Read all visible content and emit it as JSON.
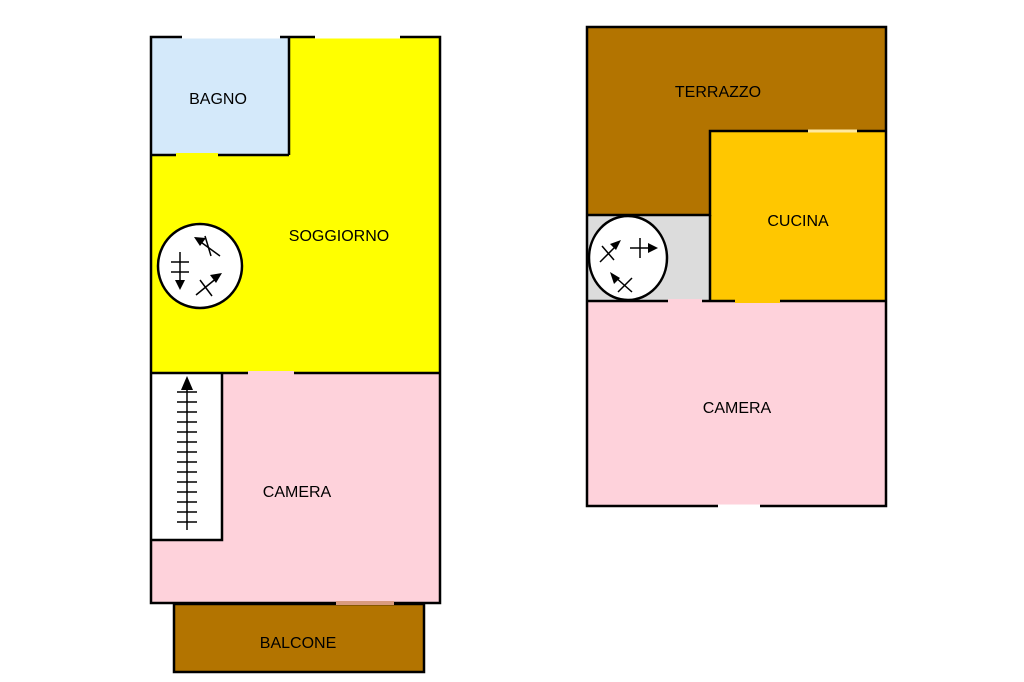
{
  "rooms": {
    "bagno": {
      "label": "BAGNO",
      "color": "#d4e9fa"
    },
    "soggiorno": {
      "label": "SOGGIORNO",
      "color": "#ffff00"
    },
    "camera1": {
      "label": "CAMERA",
      "color": "#fed2db"
    },
    "balcone": {
      "label": "BALCONE",
      "color": "#b37400"
    },
    "terrazzo": {
      "label": "TERRAZZO",
      "color": "#b37400"
    },
    "cucina": {
      "label": "CUCINA",
      "color": "#ffc700"
    },
    "camera2": {
      "label": "CAMERA",
      "color": "#fed2db"
    },
    "landing": {
      "color": "#dcdcdc"
    }
  },
  "colors": {
    "wall": "#000000",
    "opening": "#ffffff"
  }
}
